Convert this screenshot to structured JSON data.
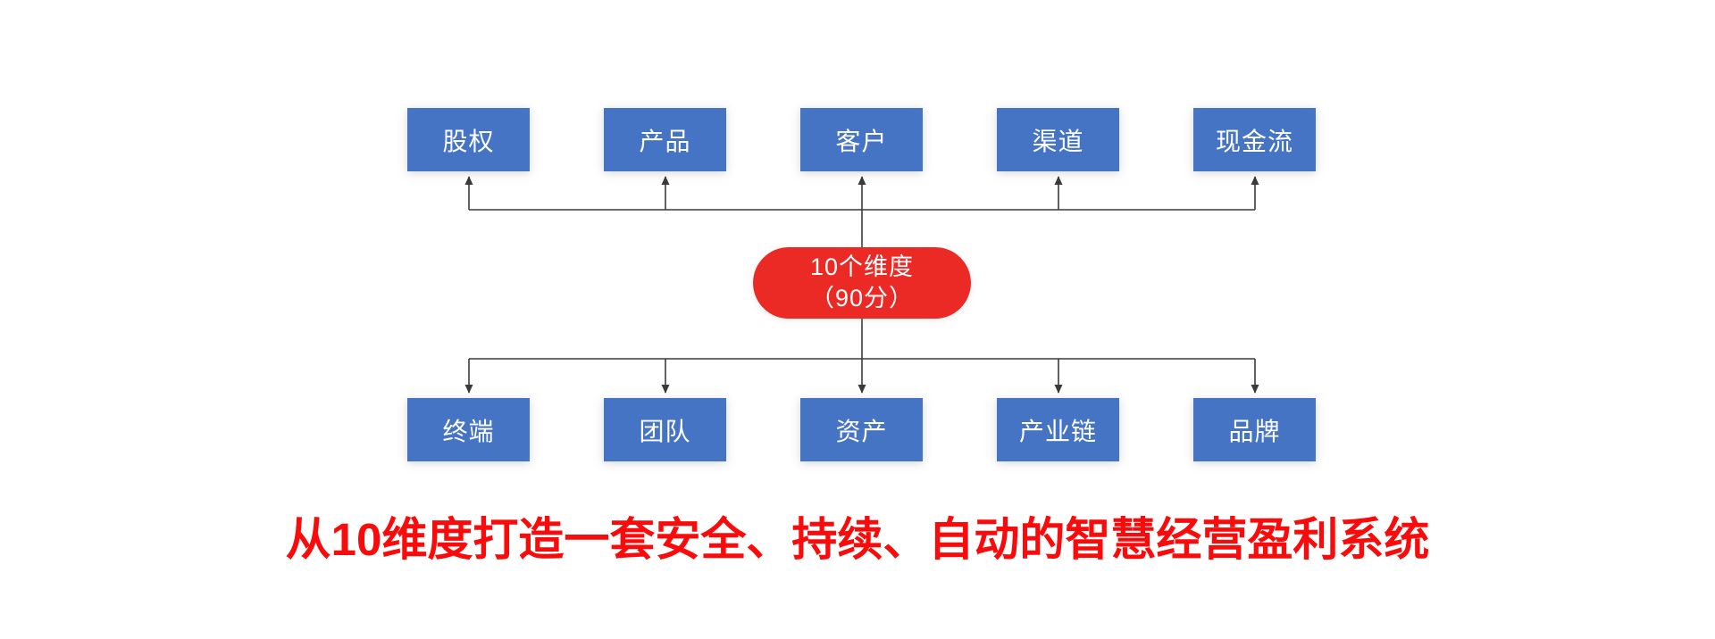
{
  "diagram": {
    "top_row": [
      "股权",
      "产品",
      "客户",
      "渠道",
      "现金流"
    ],
    "bottom_row": [
      "终端",
      "团队",
      "资产",
      "产业链",
      "品牌"
    ],
    "center_node": {
      "line1": "10个维度",
      "line2": "（90分）"
    },
    "title": "从10维度打造一套安全、持续、自动的智慧经营盈利系统",
    "colors": {
      "node_blue": "#4574C4",
      "center_red": "#EB2A25",
      "title_red": "#F90B0B",
      "line": "#3A3A3A",
      "node_text": "#FFFFFF"
    }
  }
}
